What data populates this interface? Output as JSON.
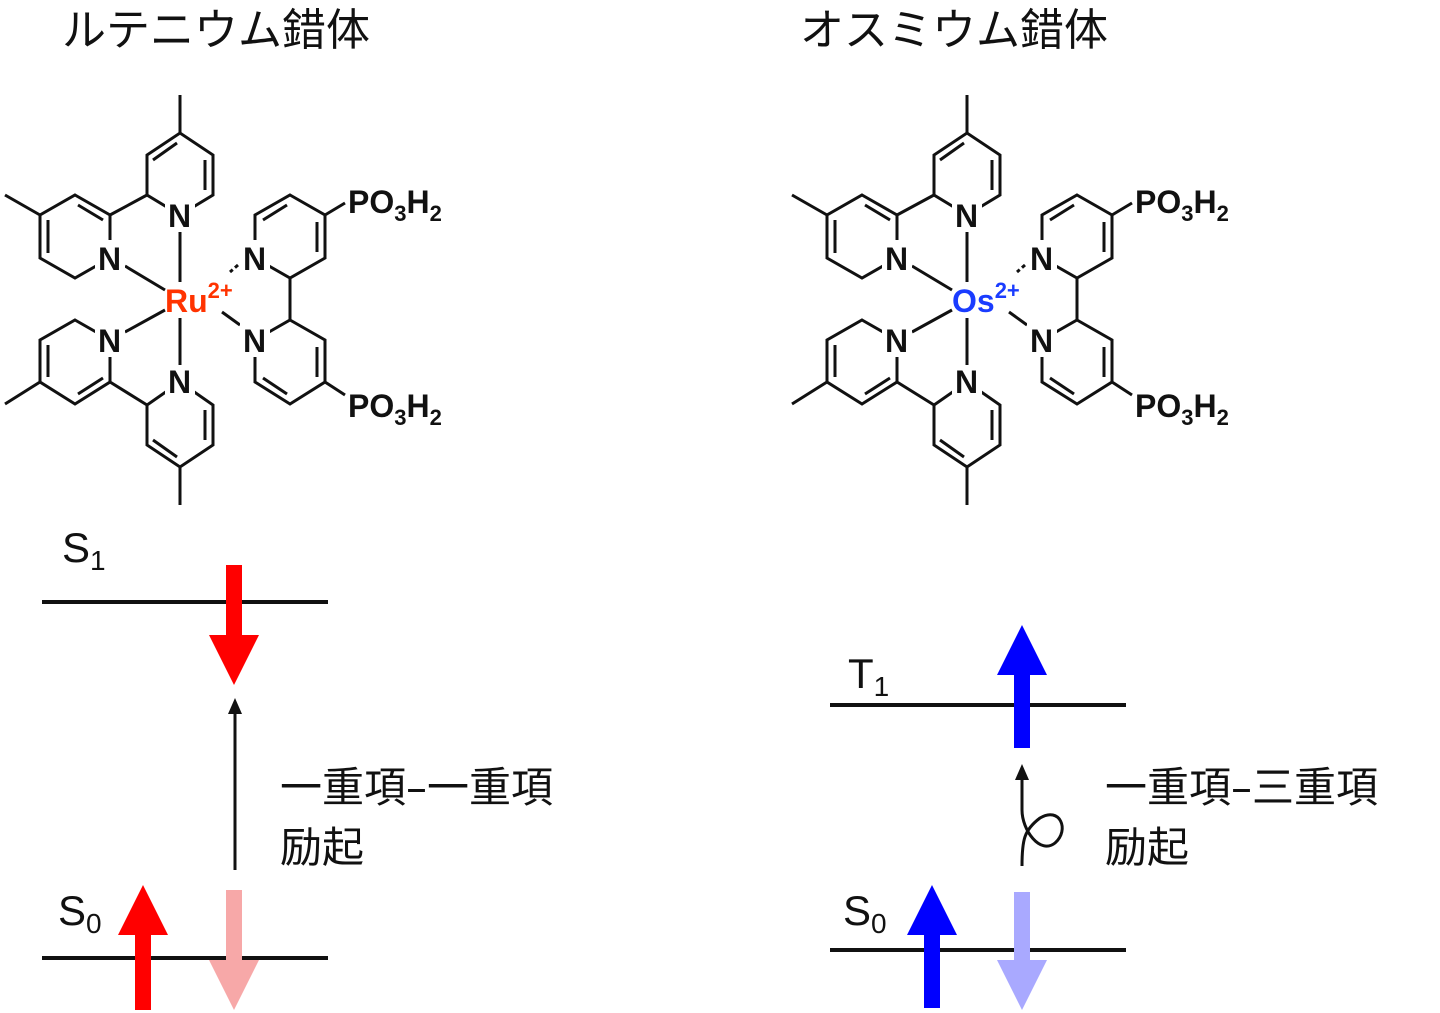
{
  "complexes": [
    {
      "title": "ルテニウム錯体",
      "metal": "Ru",
      "charge": "2+",
      "metal_color": "#ff3300",
      "substituent": {
        "main": "PO",
        "sub1": "3",
        "mid": "H",
        "sub2": "2"
      },
      "nitrogen": "N"
    },
    {
      "title": "オスミウム錯体",
      "metal": "Os",
      "charge": "2+",
      "metal_color": "#1a3cff",
      "substituent": {
        "main": "PO",
        "sub1": "3",
        "mid": "H",
        "sub2": "2"
      },
      "nitrogen": "N"
    }
  ],
  "diagrams": [
    {
      "upper_level": {
        "main": "S",
        "sub": "1"
      },
      "lower_level": {
        "main": "S",
        "sub": "0"
      },
      "label_line1": "一重項–一重項",
      "label_line2": "励起",
      "color": "#ff0000",
      "faded_color": "#f7a8a8"
    },
    {
      "upper_level": {
        "main": "T",
        "sub": "1"
      },
      "lower_level": {
        "main": "S",
        "sub": "0"
      },
      "label_line1": "一重項–三重項",
      "label_line2": "励起",
      "color": "#0000ff",
      "faded_color": "#a9a9ff"
    }
  ]
}
